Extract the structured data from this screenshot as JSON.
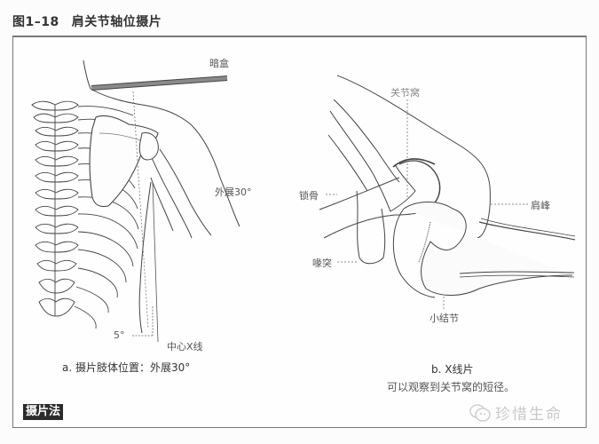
{
  "figure": {
    "number": "图1–18",
    "title": "肩关节轴位摄片"
  },
  "panel_a": {
    "labels": {
      "cassette": "暗盒",
      "abduction": "外展30°",
      "angle": "5°",
      "central_ray": "中心X线"
    },
    "caption": "a. 摄片肢体位置：外展30°"
  },
  "panel_b": {
    "labels": {
      "glenoid": "关节窝",
      "clavicle": "锁骨",
      "acromion": "肩峰",
      "coracoid": "喙突",
      "lesser_tubercle": "小结节"
    },
    "caption": "b. X线片",
    "note": "可以观察到关节窝的短径。"
  },
  "section_badge": "摄片法",
  "watermark": {
    "icon": "wechat-icon",
    "text": "珍惜生命"
  },
  "colors": {
    "frame": "#777777",
    "badge_bg": "#2b2b2b",
    "cassette": "#8a8a8a",
    "line": "#444444"
  }
}
